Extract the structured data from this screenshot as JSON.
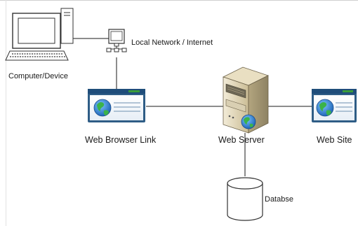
{
  "labels": {
    "computer": "Computer/Device",
    "network": "Local Network / Internet",
    "browser": "Web Browser Link",
    "server": "Web Server",
    "site": "Web Site",
    "database": "Databse"
  },
  "icons": {
    "computer": "desktop-computer-icon",
    "network": "network-terminal-icon",
    "browser": "browser-window-globe-icon",
    "server": "server-tower-globe-icon",
    "site": "website-window-globe-icon",
    "database": "database-cylinder-icon"
  },
  "colors": {
    "line": "#1a1a1a",
    "window_frame": "#2f5d86",
    "window_titlebar": "#1f4d7a",
    "window_accent": "#3a9d3a",
    "globe_ocean": "#2d7fd1",
    "globe_land": "#3bb34a"
  }
}
